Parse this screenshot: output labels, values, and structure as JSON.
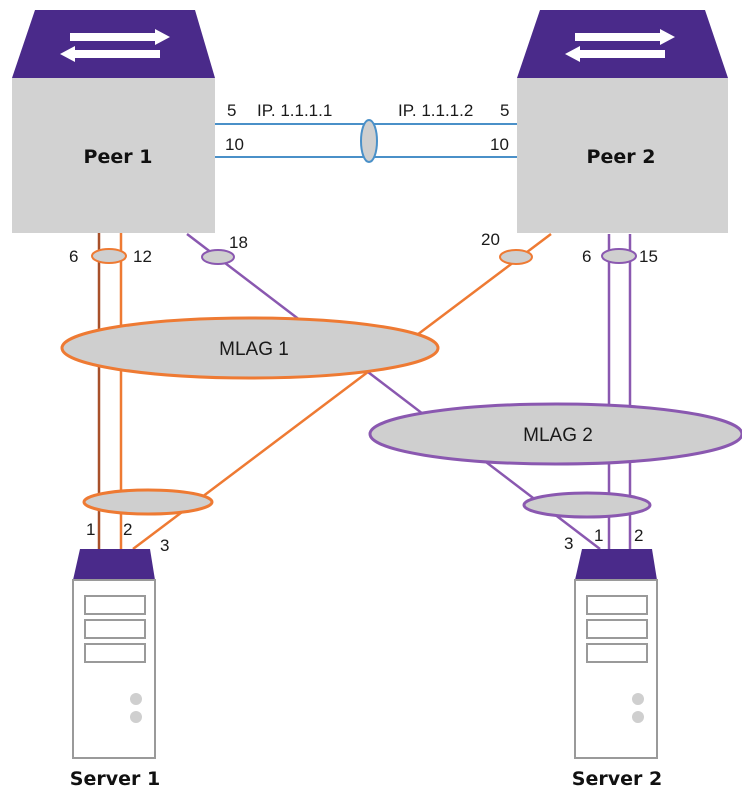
{
  "colors": {
    "switch_body": "#d2d2d2",
    "switch_top": "#4a2a8a",
    "switch_top_dark": "#3a2070",
    "isc_link": "#4a90c8",
    "mlag1": "#ee7a33",
    "mlag1_dark": "#a8502a",
    "mlag2": "#8a58b0",
    "ellipse_fill": "#cfcfcf",
    "server_top": "#4a2a8a",
    "server_body": "#ffffff"
  },
  "peers": [
    {
      "id": "peer1",
      "label": "Peer 1"
    },
    {
      "id": "peer2",
      "label": "Peer 2"
    }
  ],
  "servers": [
    {
      "id": "server1",
      "label": "Server 1"
    },
    {
      "id": "server2",
      "label": "Server 2"
    }
  ],
  "isc": {
    "peer1_ip": "IP. 1.1.1.1",
    "peer2_ip": "IP. 1.1.1.2",
    "peer1_ports": [
      "5",
      "10"
    ],
    "peer2_ports": [
      "5",
      "10"
    ]
  },
  "mlag_groups": [
    {
      "id": "mlag1",
      "label": "MLAG 1"
    },
    {
      "id": "mlag2",
      "label": "MLAG 2"
    }
  ],
  "ports": {
    "peer1": [
      "6",
      "12",
      "18"
    ],
    "peer2": [
      "20",
      "6",
      "15"
    ],
    "server1": [
      "1",
      "2",
      "3"
    ],
    "server2": [
      "3",
      "1",
      "2"
    ]
  }
}
